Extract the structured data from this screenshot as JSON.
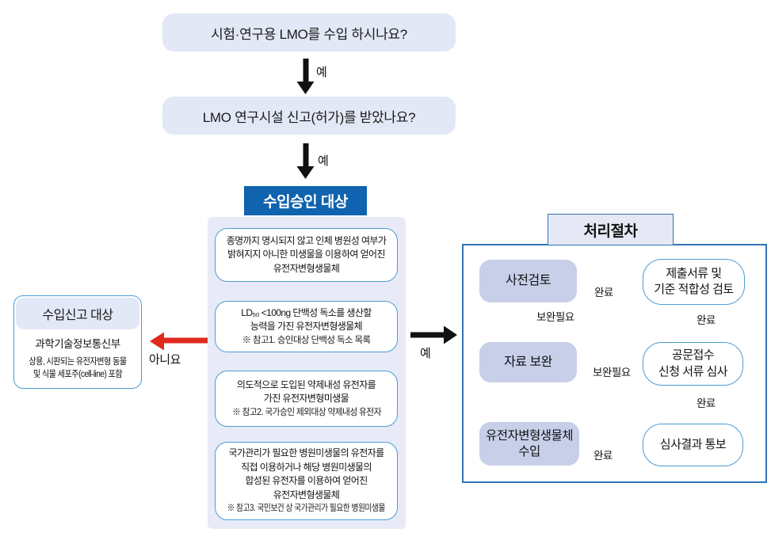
{
  "labels": {
    "yes": "예",
    "no": "아니요",
    "done": "완료",
    "supplement_needed": "보완필요"
  },
  "questions": {
    "q1": "시험·연구용 LMO를 수입 하시나요?",
    "q2": "LMO 연구시설 신고(허가)를 받았나요?"
  },
  "approval": {
    "title": "수입승인 대상",
    "items": [
      {
        "lines": [
          "종명까지 명시되지 않고 인체 병원성 여부가",
          "밝혀지지 아니한 미생물을 이용하여 얻어진",
          "유전자변형생물체"
        ],
        "note_lines": []
      },
      {
        "lines": [
          "LD₅₀ <100ng 단백성 독소를 생산할",
          "능력을 가진 유전자변형생물체"
        ],
        "note_lines": [
          "※ 참고1. 승인대상 단백성 독소 목록"
        ]
      },
      {
        "lines": [
          "의도적으로 도입된 약제내성 유전자를",
          "가진 유전자변형미생물"
        ],
        "note_lines": [
          "※ 참고2. 국가승인 제외대상 약제내성 유전자"
        ]
      },
      {
        "lines": [
          "국가관리가 필요한 병원미생물의 유전자를",
          "직접 이용하거나 해당 병원미생물의",
          "합성된 유전자를 이용하여 얻어진",
          "유전자변형생물체"
        ],
        "note_lines": [
          "※ 참고3. 국민보건 상 국가관리가 필요한 병원미생물"
        ]
      }
    ]
  },
  "declaration": {
    "title": "수입신고 대상",
    "agency": "과학기술정보통신부",
    "note_lines": [
      "상용, 시판되는 유전자변형 동물",
      "및 식물 세포주(cell-line) 포함"
    ]
  },
  "procedure": {
    "title": "처리절차",
    "steps": {
      "pre_review": {
        "lines": [
          "사전검토"
        ]
      },
      "doc_review": {
        "lines": [
          "제출서류 및",
          "기준 적합성 검토"
        ]
      },
      "supplement": {
        "lines": [
          "자료 보완"
        ]
      },
      "receipt": {
        "lines": [
          "공문접수",
          "신청 서류 심사"
        ]
      },
      "import": {
        "lines": [
          "유전자변형생물체",
          "수입"
        ]
      },
      "notify": {
        "lines": [
          "심사결과 통보"
        ]
      }
    }
  },
  "colors": {
    "approval_header_bg": "#1063ae",
    "panel_bg": "#e8ebf7",
    "light_box_bg": "#e3e8f6",
    "box_border_blue": "#4b9cd6",
    "procedure_border_blue": "#2e74b5",
    "filled_step_bg": "#c7cfe9",
    "arrow_black": "#111111",
    "arrow_red": "#e02a20"
  }
}
